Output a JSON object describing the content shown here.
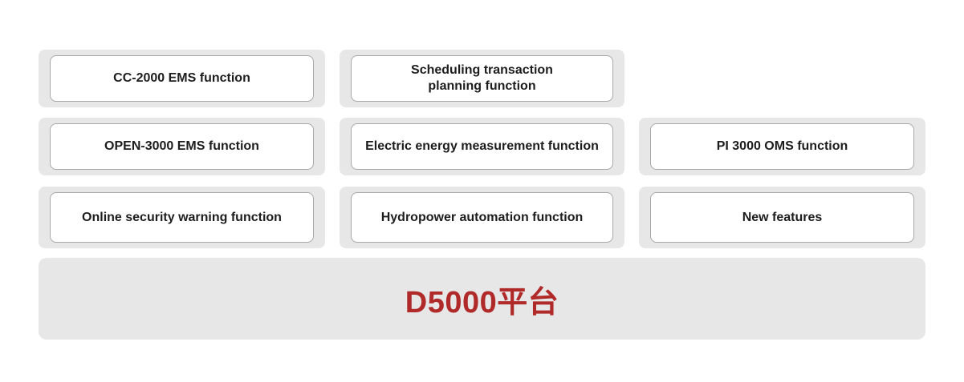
{
  "grid": {
    "rows": [
      {
        "cells": [
          {
            "label": "CC-2000 EMS function"
          },
          {
            "label": "Scheduling transaction\nplanning function"
          }
        ]
      },
      {
        "cells": [
          {
            "label": "OPEN-3000 EMS function"
          },
          {
            "label": "Electric energy measurement function"
          },
          {
            "label": "PI 3000 OMS function"
          }
        ]
      },
      {
        "cells": [
          {
            "label": "Online security warning function"
          },
          {
            "label": "Hydropower automation function"
          },
          {
            "label": "New features"
          }
        ]
      }
    ]
  },
  "platform": {
    "label": "D5000平台"
  },
  "colors": {
    "tile_bg": "#e7e7e8",
    "box_border": "#a8a8a8",
    "box_text": "#1d1d1d",
    "platform_text": "#b02a2a"
  }
}
